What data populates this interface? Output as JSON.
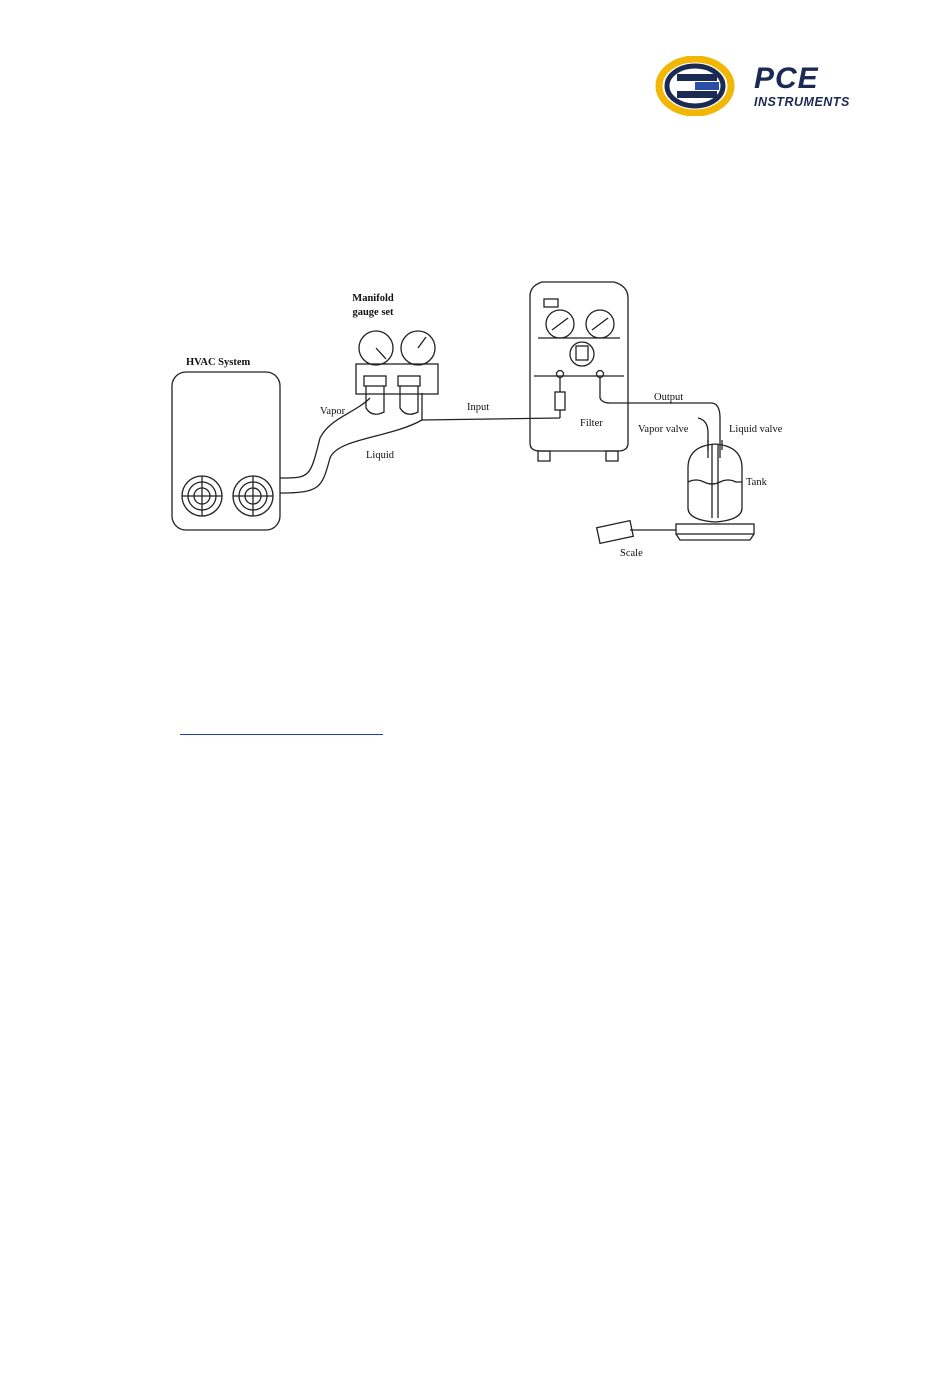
{
  "header": {
    "logo_main": "PCE",
    "logo_sub": "INSTRUMENTS",
    "colors": {
      "navy": "#1a2a52",
      "gold": "#f2b705",
      "blue": "#2a4fa8"
    }
  },
  "diagram": {
    "labels": {
      "hvac": "HVAC System",
      "manifold_line1": "Manifold",
      "manifold_line2": "gauge set",
      "vapor": "Vapor",
      "liquid": "Liquid",
      "input": "Input",
      "filter": "Filter",
      "output": "Output",
      "vapor_valve": "Vapor valve",
      "liquid_valve": "Liquid valve",
      "tank": "Tank",
      "scale": "Scale"
    }
  },
  "link": {
    "color": "#1f3fbf"
  }
}
